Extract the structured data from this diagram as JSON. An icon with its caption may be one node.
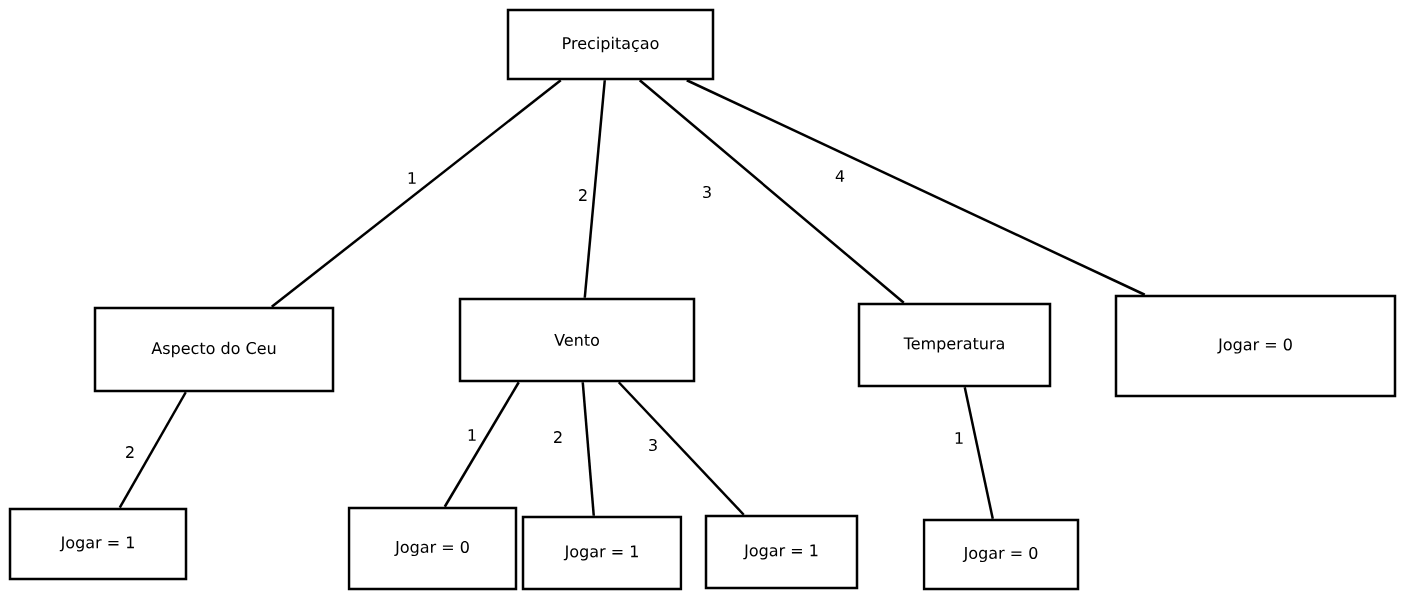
{
  "diagram": {
    "nodes": [
      {
        "text": [
          "Precipitaçao"
        ]
      },
      {
        "text": [
          "Aspecto do Ceu"
        ]
      },
      {
        "text": [
          "Vento"
        ]
      },
      {
        "text": [
          "Temperatura"
        ]
      },
      {
        "text": [
          "Jogar = 0"
        ]
      },
      {
        "text": [
          "Jogar = 1"
        ]
      },
      {
        "text": [
          "Jogar = 0"
        ]
      },
      {
        "text": [
          "Jogar = 1"
        ]
      },
      {
        "text": [
          "Jogar = 1"
        ]
      },
      {
        "text": [
          "Jogar = 0"
        ]
      }
    ],
    "edges": [
      {
        "from": 0,
        "to": 1,
        "arrow": "none",
        "label": "1"
      },
      {
        "from": 0,
        "to": 2,
        "arrow": "none",
        "label": "2"
      },
      {
        "from": 0,
        "to": 3,
        "arrow": "none",
        "label": "3"
      },
      {
        "from": 0,
        "to": 4,
        "arrow": "none",
        "label": "4"
      },
      {
        "from": 1,
        "to": 5,
        "arrow": "none",
        "label": "2"
      },
      {
        "from": 2,
        "to": 6,
        "arrow": "none",
        "label": "1"
      },
      {
        "from": 2,
        "to": 7,
        "arrow": "none",
        "label": "2"
      },
      {
        "from": 2,
        "to": 8,
        "arrow": "none",
        "label": "3"
      },
      {
        "from": 3,
        "to": 9,
        "arrow": "none",
        "label": "1"
      }
    ]
  }
}
